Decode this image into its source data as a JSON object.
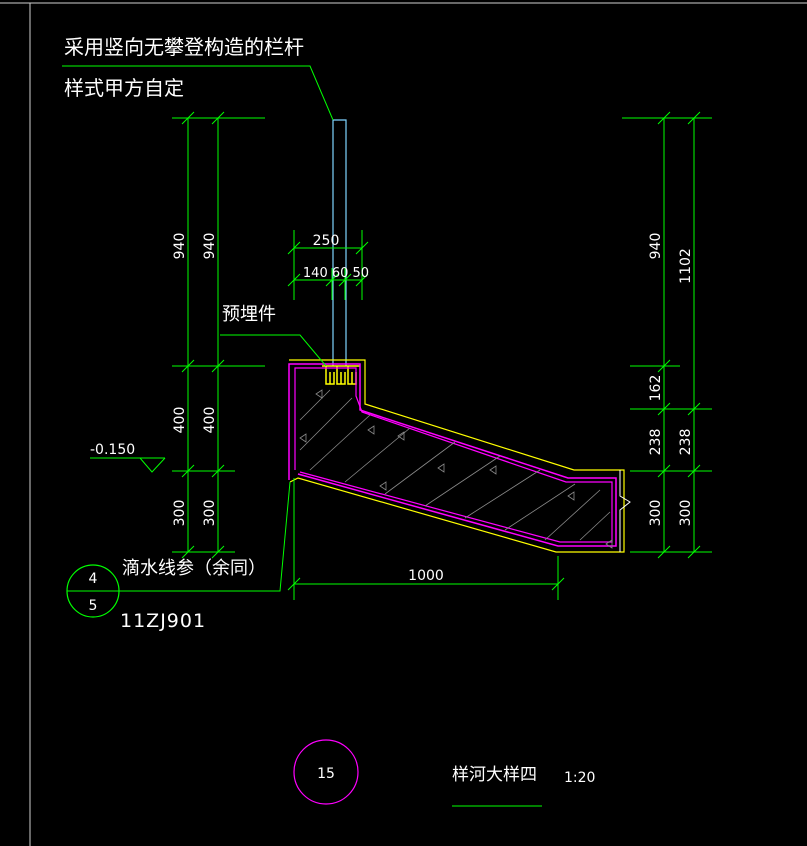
{
  "notes": {
    "railing_line1": "采用竖向无攀登构造的栏杆",
    "railing_line2": "样式甲方自定",
    "embedded_part": "预埋件",
    "drip_line": "滴水线参（余同）",
    "atlas_code": "11ZJ901"
  },
  "elevation": "-0.150",
  "callout": {
    "top": "4",
    "bottom": "5"
  },
  "dimensions": {
    "left_outer": [
      "940",
      "400",
      "300"
    ],
    "left_inner": [
      "940",
      "400",
      "300"
    ],
    "right_inner": [
      "940",
      "162",
      "238",
      "300"
    ],
    "right_outer": [
      "1102",
      "238",
      "300"
    ],
    "top_total": "250",
    "top_parts": "140 60 50",
    "bottom": "1000"
  },
  "title": {
    "number": "15",
    "text": "样河大样四",
    "scale": "1:20"
  },
  "colors": {
    "background": "#000000",
    "dimension_green": "#00ff00",
    "outline_magenta": "#ff00ff",
    "finish_yellow": "#ffff00",
    "railing_cyan": "#7fd4ff",
    "text_white": "#ffffff"
  }
}
